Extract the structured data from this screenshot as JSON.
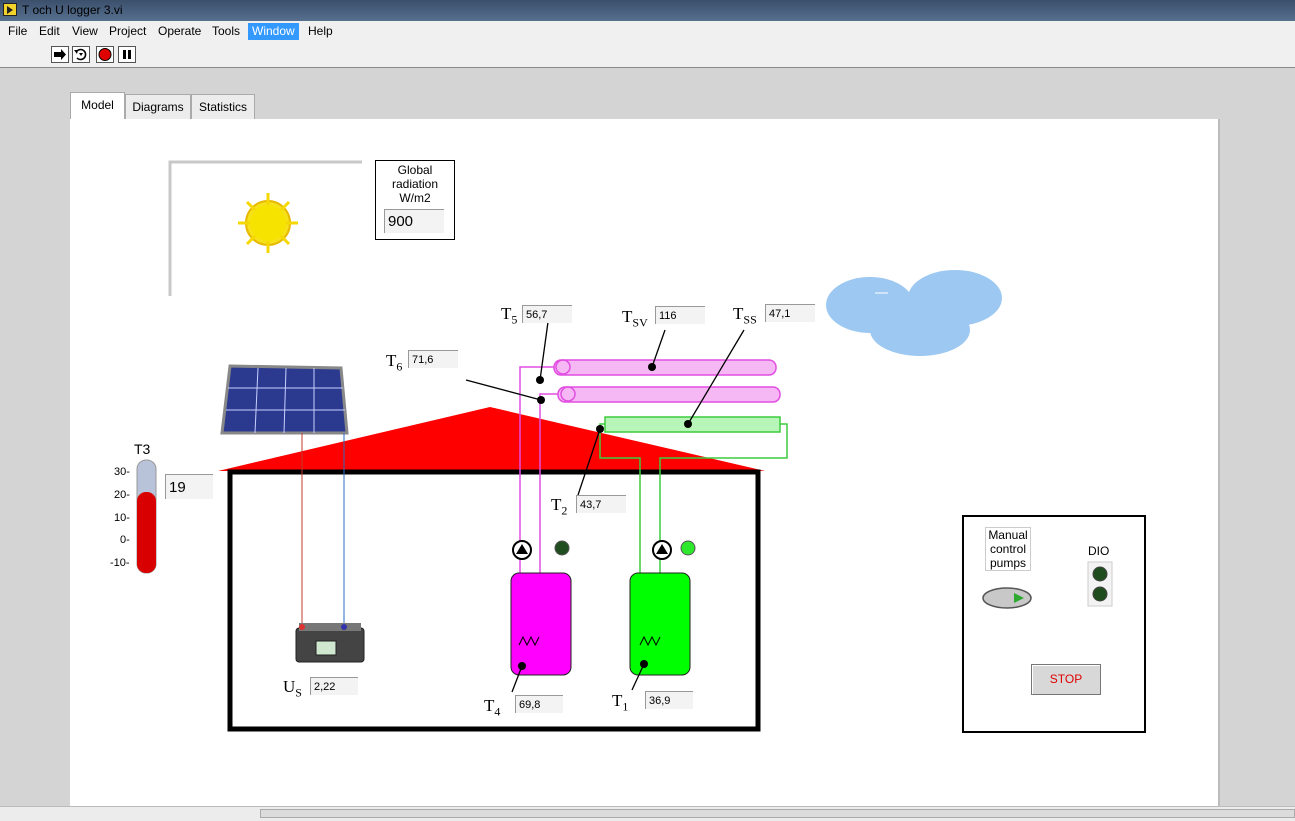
{
  "window": {
    "title": "T och U logger 3.vi"
  },
  "menu": {
    "items": [
      "File",
      "Edit",
      "View",
      "Project",
      "Operate",
      "Tools",
      "Window",
      "Help"
    ],
    "selected": "Window"
  },
  "tabs": [
    {
      "label": "Model"
    },
    {
      "label": "Diagrams"
    },
    {
      "label": "Statistics"
    }
  ],
  "active_tab": "Model",
  "radiation": {
    "label_line1": "Global",
    "label_line2": "radiation",
    "label_line3": "W/m2",
    "value": "900"
  },
  "thermometer": {
    "label": "T3",
    "ticks": [
      "30-",
      "20-",
      "10-",
      "0-",
      "-10-"
    ],
    "value": "19",
    "fill_fraction": 0.72
  },
  "sensors": {
    "T5": {
      "name": "T",
      "sub": "5",
      "value": "56,7"
    },
    "TSV": {
      "name": "T",
      "sub": "SV",
      "value": "116"
    },
    "TSS": {
      "name": "T",
      "sub": "SS",
      "value": "47,1"
    },
    "T6": {
      "name": "T",
      "sub": "6",
      "value": "71,6"
    },
    "T2": {
      "name": "T",
      "sub": "2",
      "value": "43,7"
    },
    "T4": {
      "name": "T",
      "sub": "4",
      "value": "69,8"
    },
    "T1": {
      "name": "T",
      "sub": "1",
      "value": "36,9"
    },
    "US": {
      "name": "U",
      "sub": "S",
      "value": "2,22"
    }
  },
  "controls": {
    "manual_line1": "Manual",
    "manual_line2": "control",
    "manual_line3": "pumps",
    "dio_label": "DIO",
    "stop_label": "STOP"
  },
  "colors": {
    "roof": "#ff0000",
    "hot_tank": "#ff00ff",
    "cold_tank": "#00ff00",
    "pipe_pink": "#f5b8f5",
    "pipe_green": "#b8f5b8",
    "cloud": "#9cc8f2",
    "led_on": "#2ee82e",
    "led_off": "#1f4d1f"
  }
}
